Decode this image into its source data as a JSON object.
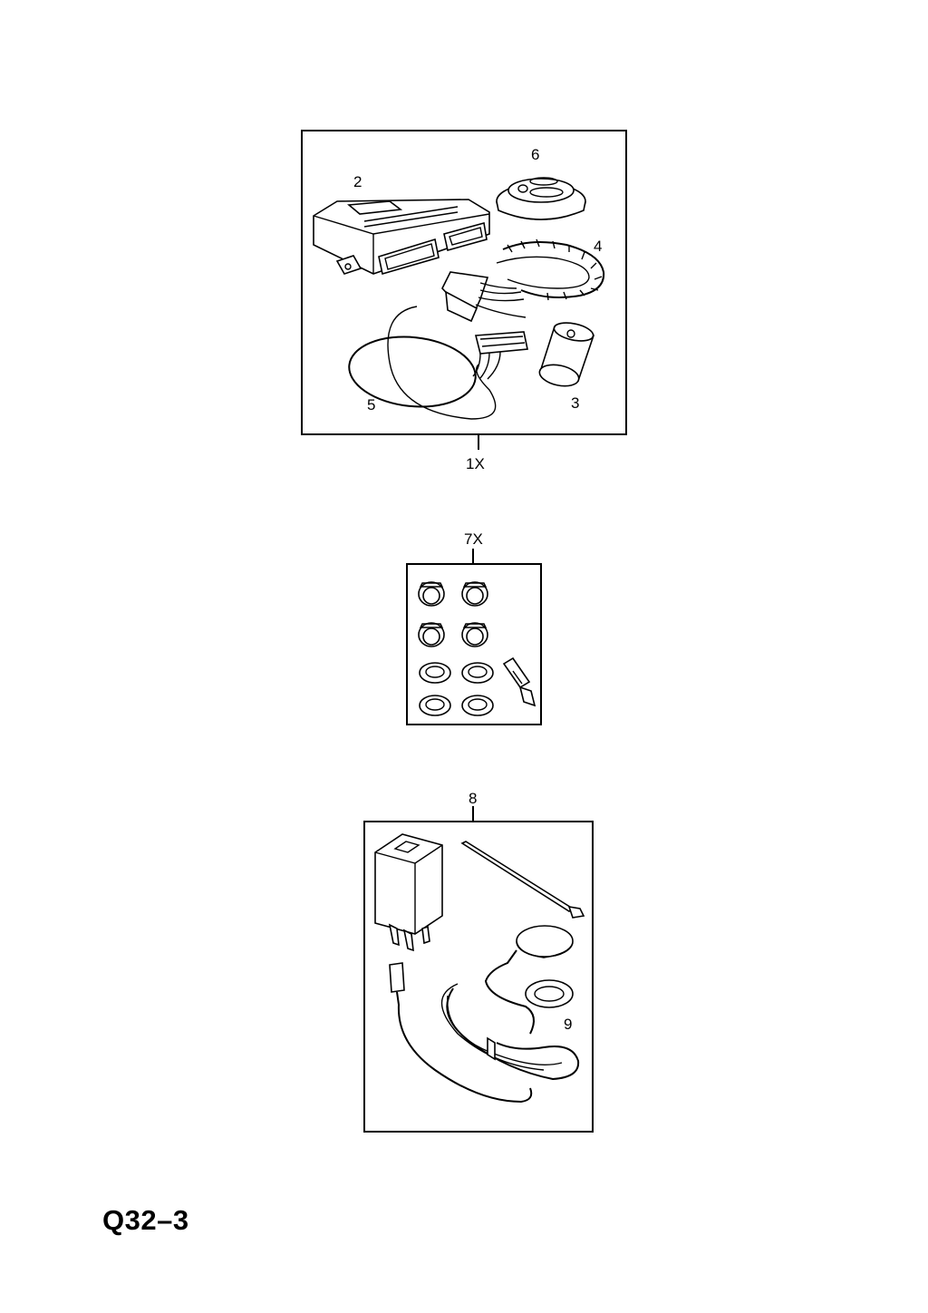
{
  "diagram": {
    "code": "Q32–3",
    "groups": [
      {
        "name": "1X",
        "callouts": [
          "2",
          "6",
          "4",
          "5",
          "3"
        ]
      },
      {
        "name": "7X",
        "callouts": []
      },
      {
        "name": "8",
        "callouts": [
          "9"
        ]
      }
    ]
  }
}
